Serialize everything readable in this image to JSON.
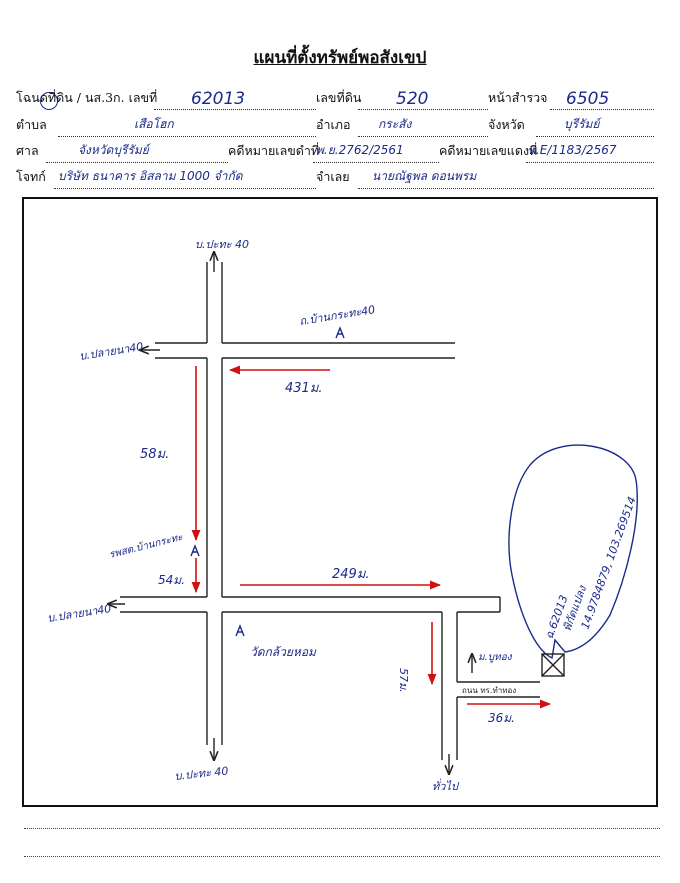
{
  "page": {
    "title": "แผนที่ตั้งทรัพย์พอสังเขป"
  },
  "form": {
    "row1": {
      "deed_label": "โฉนดที่ดิน / นส.3ก. เลขที่",
      "deed_value": "62013",
      "land_no_label": "เลขที่ดิน",
      "land_no_value": "520",
      "survey_page_label": "หน้าสำรวจ",
      "survey_page_value": "6505"
    },
    "row2": {
      "subdistrict_label": "ตำบล",
      "subdistrict_value": "เสือโฮก",
      "district_label": "อำเภอ",
      "district_value": "กระสัง",
      "province_label": "จังหวัด",
      "province_value": "บุรีรัมย์"
    },
    "row3": {
      "court_label": "ศาล",
      "court_value": "จังหวัดบุรีรัมย์",
      "black_case_label": "คดีหมายเลขดำที่",
      "black_case_value": "พ.ย.2762/2561",
      "red_case_label": "คดีหมายเลขแดงที่",
      "red_case_value": "พ.E/1183/2567"
    },
    "row4": {
      "plaintiff_label": "โจทก์",
      "plaintiff_value": "บริษัท ธนาคาร อิสลาม 1000 จำกัด",
      "defendant_label": "จำเลย",
      "defendant_value": "นายณัฐพล ดอนพรม"
    }
  },
  "map": {
    "labels": {
      "north_top": "บ.ปะทะ 40",
      "road_upper_name": "ถ.บ้านกระทะ40",
      "west_upper": "บ.ปลายนา40",
      "dist_431": "431ม.",
      "dist_58": "58ม.",
      "school_label": "รพสต.บ้านกระทะ",
      "dist_54": "54ม.",
      "dist_249": "249ม.",
      "west_lower": "บ.ปลายนา40",
      "temple_label": "วัดกล้วยหอม",
      "dist_57": "57ม.",
      "to_village": "ม.บูทอง",
      "road_bottom_label": "ถนน ทร.ทำทอง",
      "dist_36": "36ม.",
      "south_bottom": "บ.ปะทะ 40",
      "bottom_right": "ทั่วไป",
      "parcel_note_1": "ฉ.62013",
      "parcel_note_2": "พิกัดแปลง",
      "parcel_note_3": "14.9784879, 103.269514"
    },
    "colors": {
      "road": "#222222",
      "arrow_red": "#d01010",
      "ink_blue": "#1a2a8a"
    }
  }
}
